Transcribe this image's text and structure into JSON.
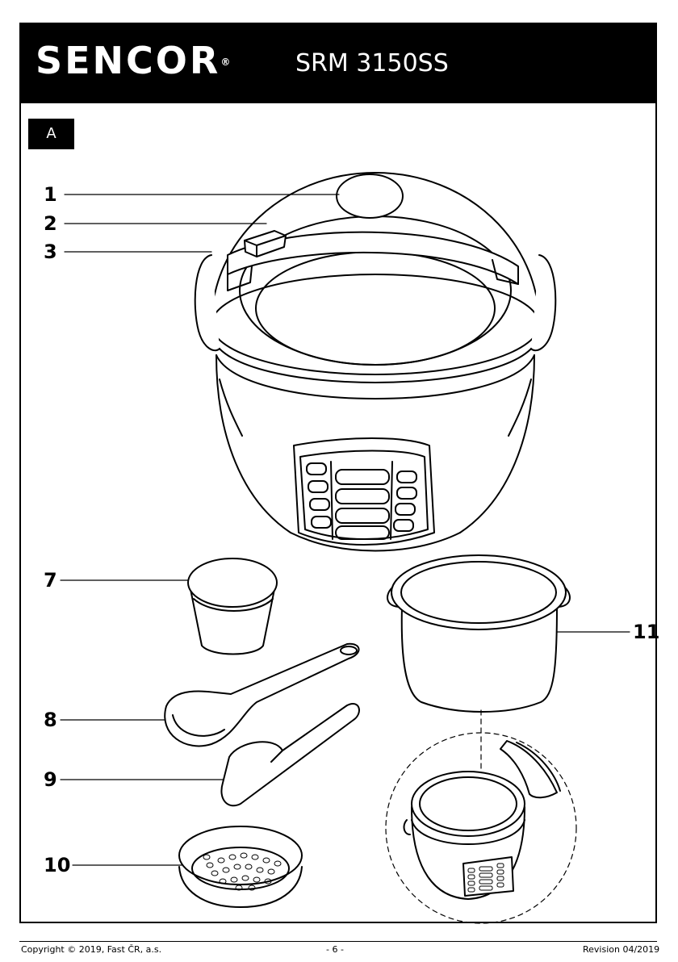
{
  "header": {
    "brand": "SENCOR",
    "brand_mark": "®",
    "model": "SRM 3150SS"
  },
  "section": "A",
  "callouts": {
    "c1": "1",
    "c2": "2",
    "c3": "3",
    "c7": "7",
    "c8": "8",
    "c9": "9",
    "c10": "10",
    "c11": "11"
  },
  "footer": {
    "copyright": "Copyright © 2019, Fast ČR, a.s.",
    "page": "- 6 -",
    "revision": "Revision 04/2019"
  }
}
